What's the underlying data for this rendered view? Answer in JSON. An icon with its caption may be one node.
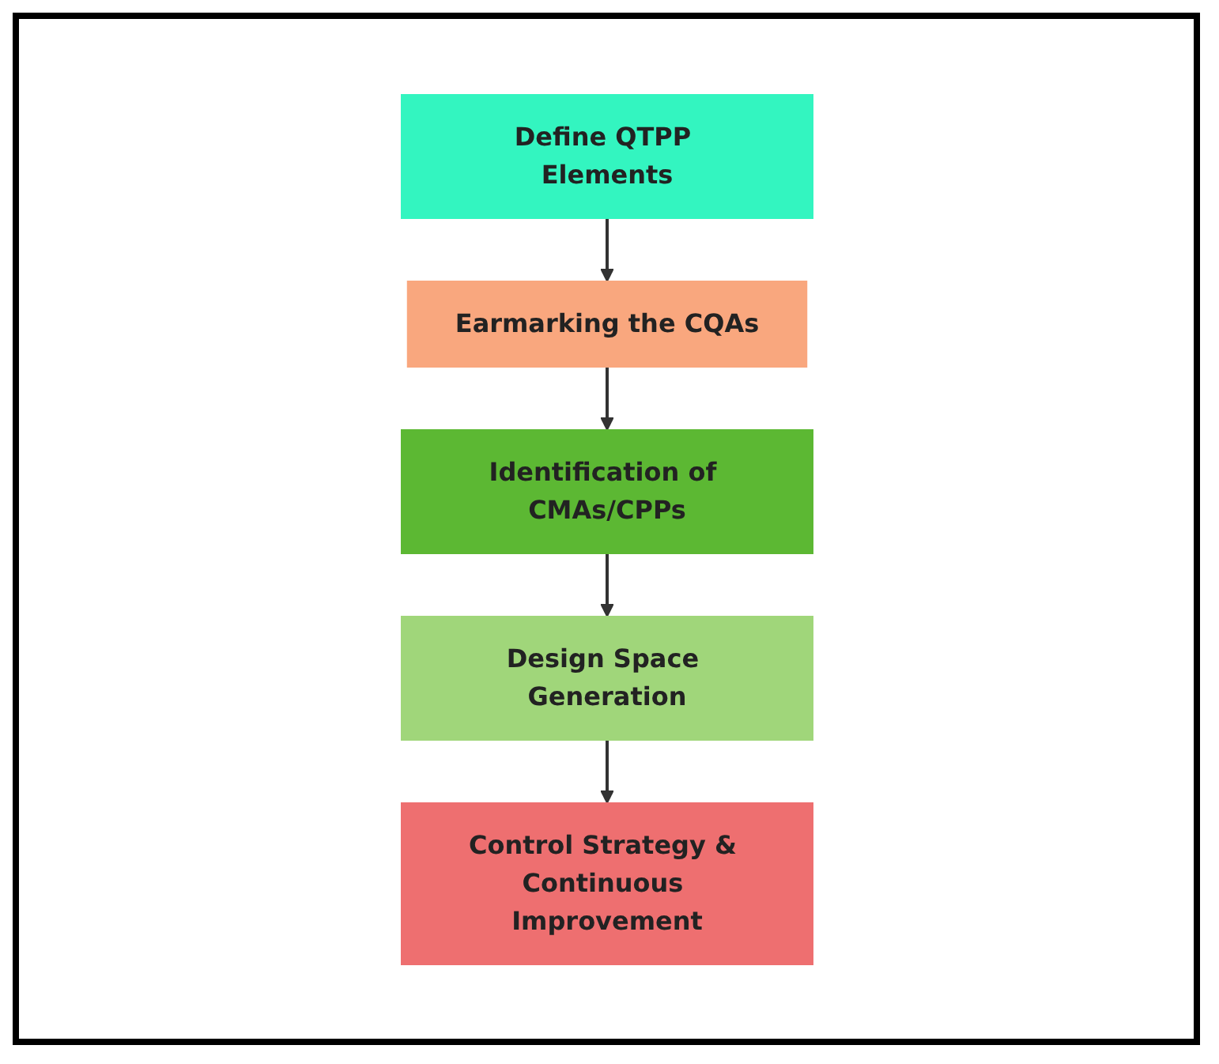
{
  "diagram": {
    "nodes": [
      {
        "text": [
          "Define QTPP Elements"
        ]
      },
      {
        "text": [
          "Earmarking the CQAs"
        ]
      },
      {
        "text": [
          "Identification of CMAs/CPPs"
        ]
      },
      {
        "text": [
          "Design Space Generation"
        ]
      },
      {
        "text": [
          "Control Strategy & Continuous Improvement"
        ]
      }
    ],
    "edges": [
      {
        "from": 0,
        "to": 1,
        "arrow": "to"
      },
      {
        "from": 1,
        "to": 2,
        "arrow": "to"
      },
      {
        "from": 2,
        "to": 3,
        "arrow": "to"
      },
      {
        "from": 3,
        "to": 4,
        "arrow": "to"
      }
    ]
  }
}
